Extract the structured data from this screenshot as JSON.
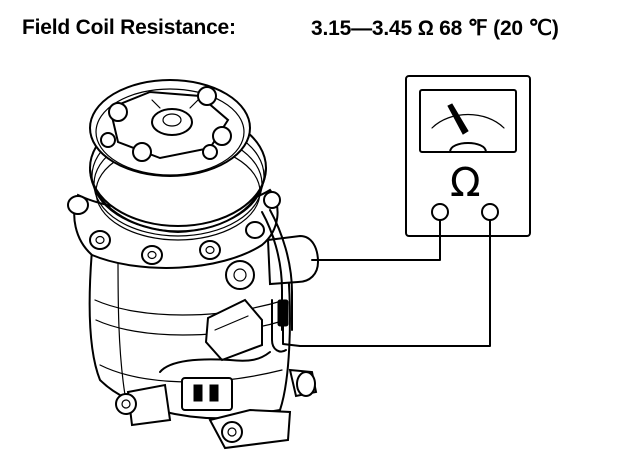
{
  "heading": {
    "label": "Field Coil Resistance:",
    "value": "3.15—3.45 Ω 68 ℉ (20 ℃)"
  },
  "meter": {
    "ohm_symbol": "Ω"
  },
  "icons": {
    "compressor": "ac-compressor-illustration",
    "meter": "ohmmeter-icon",
    "probe": "test-lead"
  },
  "colors": {
    "ink": "#000000",
    "paper": "#ffffff"
  }
}
